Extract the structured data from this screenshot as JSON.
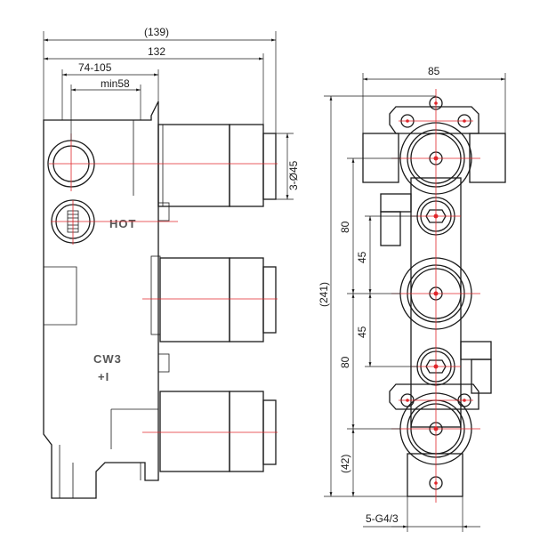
{
  "side_view": {
    "dims": {
      "overall": "(139)",
      "body_depth": "132",
      "range": "74-105",
      "min": "min58",
      "spindle": "3-Ø45"
    },
    "labels": {
      "hot": "HOT",
      "cw3": "CW3",
      "sign": "+I"
    }
  },
  "front_view": {
    "dims": {
      "width": "85",
      "overall_height": "(241)",
      "upper_pitch": "80",
      "lower_pitch": "80",
      "mid_upper": "45",
      "mid_lower": "45",
      "bottom_offset": "(42)",
      "ports": "5-G4/3"
    }
  },
  "colors": {
    "line": "#1a1a1a",
    "centerline": "#e0262b"
  }
}
